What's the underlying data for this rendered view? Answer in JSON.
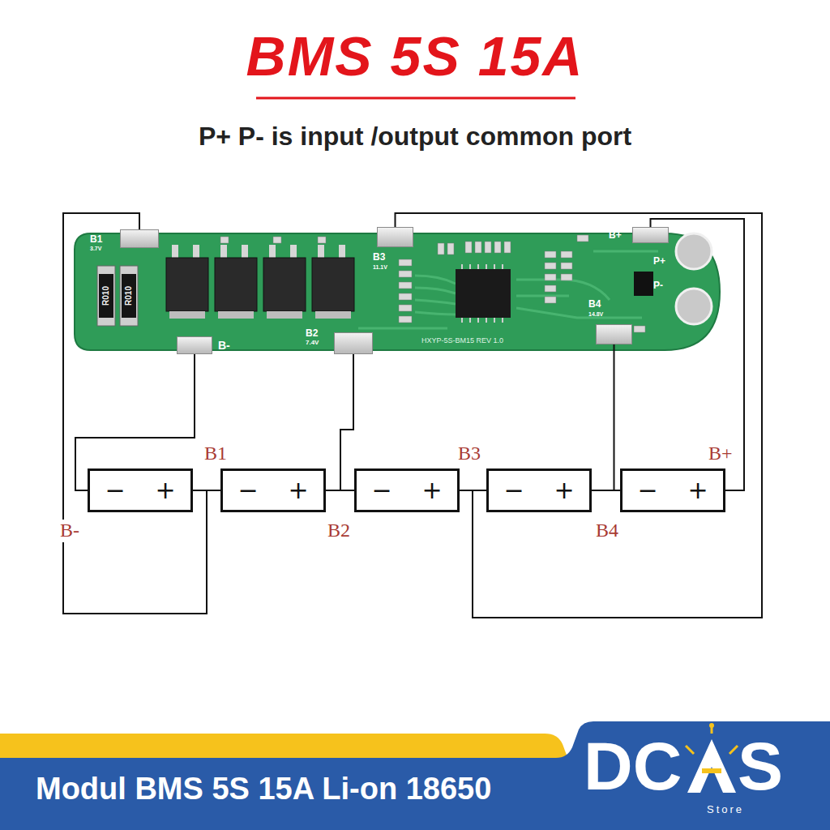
{
  "diagram": {
    "title": "BMS 5S 15A",
    "nodes": [
      {
        "text": [
          "HXYP-5S-BM15 REV 1.0"
        ]
      },
      {
        "text": [
          "B1",
          "3.7V"
        ],
        "in": 0
      },
      {
        "text": [
          "B-"
        ],
        "in": 0
      },
      {
        "text": [
          "B2",
          "7.4V"
        ],
        "in": 0
      },
      {
        "text": [
          "B3",
          "11.1V"
        ],
        "in": 0
      },
      {
        "text": [
          "B4",
          "14.8V"
        ],
        "in": 0
      },
      {
        "text": [
          "B+"
        ],
        "in": 0
      },
      {
        "text": [
          "−",
          "+"
        ]
      },
      {
        "text": [
          "−",
          "+"
        ]
      },
      {
        "text": [
          "−",
          "+"
        ]
      },
      {
        "text": [
          "−",
          "+"
        ]
      },
      {
        "text": [
          "−",
          "+"
        ]
      }
    ],
    "edges": [
      {
        "from": 2,
        "to": 7,
        "arrow": "none"
      },
      {
        "from": 1,
        "to": 7,
        "arrow": "none"
      },
      {
        "from": 7,
        "to": 8,
        "arrow": "none"
      },
      {
        "from": 3,
        "to": 8,
        "arrow": "none"
      },
      {
        "from": 8,
        "to": 9,
        "arrow": "none"
      },
      {
        "from": 4,
        "to": 9,
        "arrow": "none"
      },
      {
        "from": 9,
        "to": 10,
        "arrow": "none"
      },
      {
        "from": 5,
        "to": 10,
        "arrow": "none"
      },
      {
        "from": 10,
        "to": 11,
        "arrow": "none"
      },
      {
        "from": 6,
        "to": 11,
        "arrow": "none"
      }
    ],
    "labels": [
      "P+ P- is input /output common port",
      "R010",
      "R010",
      "P+",
      "P-",
      "B1",
      "B-",
      "B2",
      "B3",
      "B4",
      "B+",
      "Modul BMS 5S 15A Li-on 18650",
      "DC",
      "S",
      "Store"
    ]
  }
}
